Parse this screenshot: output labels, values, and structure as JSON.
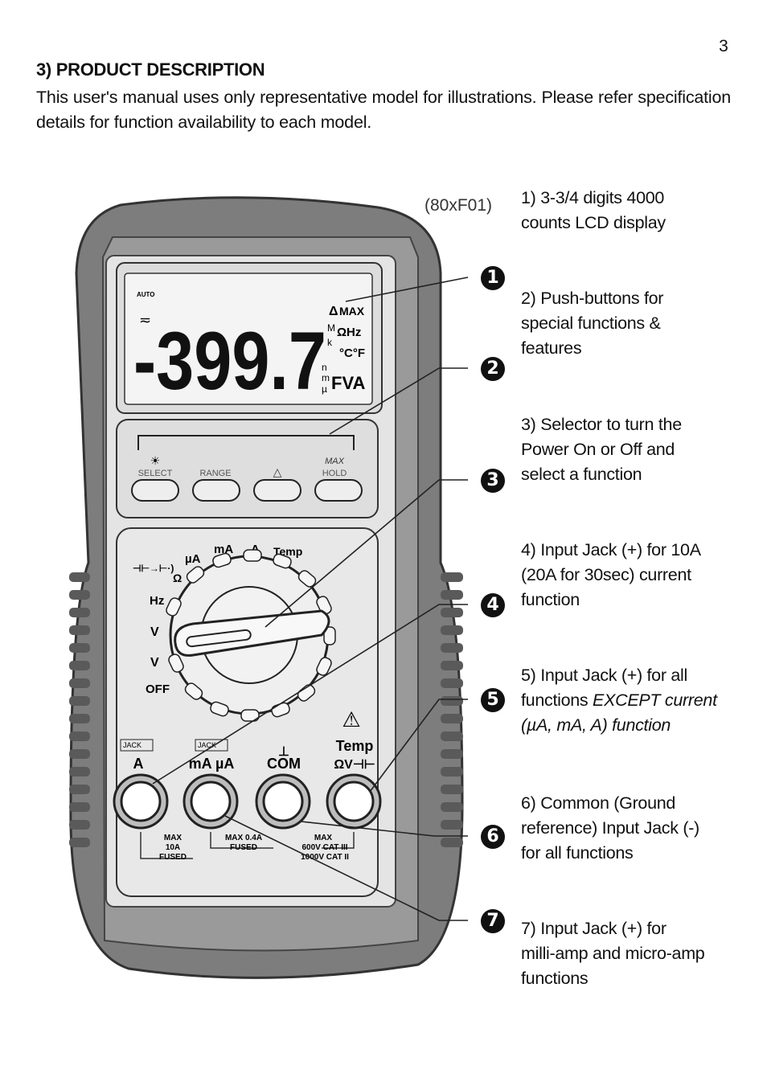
{
  "page_number": "3",
  "heading": "3) PRODUCT DESCRIPTION",
  "intro": "This user's manual uses only representative model for illustrations. Please refer specification details for function availability to each model.",
  "model_id": "(80xF01)",
  "callouts": [
    {
      "num": "1",
      "line1": "1) 3-3/4 digits 4000",
      "line2": "counts LCD display",
      "line3": ""
    },
    {
      "num": "2",
      "line1": "2) Push-buttons for",
      "line2": "special functions &",
      "line3": "features"
    },
    {
      "num": "3",
      "line1": "3) Selector to turn the",
      "line2": "Power On or Off and",
      "line3": "select a function"
    },
    {
      "num": "4",
      "line1": "4) Input Jack (+) for 10A",
      "line2": "(20A for 30sec) current",
      "line3": "function"
    },
    {
      "num": "5",
      "line1": "5) Input Jack (+) for all",
      "line2_a": "functions ",
      "line2_b": "EXCEPT current",
      "line3": "(µA, mA, A) function"
    },
    {
      "num": "6",
      "line1": "6) Common (Ground",
      "line2": "reference) Input Jack (-)",
      "line3": "for all functions"
    },
    {
      "num": "7",
      "line1": "7) Input Jack (+) for",
      "line2": "milli-amp and micro-amp",
      "line3": "functions"
    }
  ],
  "meter": {
    "lcd": {
      "reading": "-399.7",
      "auto": "AUTO",
      "max": "MAX",
      "ohm_hz": "ΩHz",
      "temp": "°C°F",
      "fva": "FVA",
      "prefix_m": "M",
      "prefix_k": "k",
      "prefix_n": "n",
      "prefix_m2": "m",
      "prefix_u": "µ",
      "delta": "Δ"
    },
    "buttons": {
      "select": "SELECT",
      "range": "RANGE",
      "delta": "△",
      "hold": "HOLD",
      "max": "MAX"
    },
    "dial": {
      "ua": "µA",
      "ma": "mA",
      "a": "A",
      "temp": "Temp",
      "ohm": "Ω",
      "hz": "Hz",
      "vac": "V",
      "vdc": "V",
      "off": "OFF"
    },
    "jacks": {
      "a_label": "A",
      "ma_ua_label": "mA µA",
      "com_label": "COM",
      "temp_label": "Temp",
      "v_label": "ΩV⊣⊢",
      "jack_tag": "JACK",
      "max_10a": "MAX",
      "max_10a_2": "10A",
      "max_10a_3": "FUSED",
      "max_ma": "MAX 0.4A",
      "max_ma_2": "FUSED",
      "max_v": "MAX",
      "max_v_2": "600V  CAT III",
      "max_v_3": "1000V CAT II"
    }
  }
}
